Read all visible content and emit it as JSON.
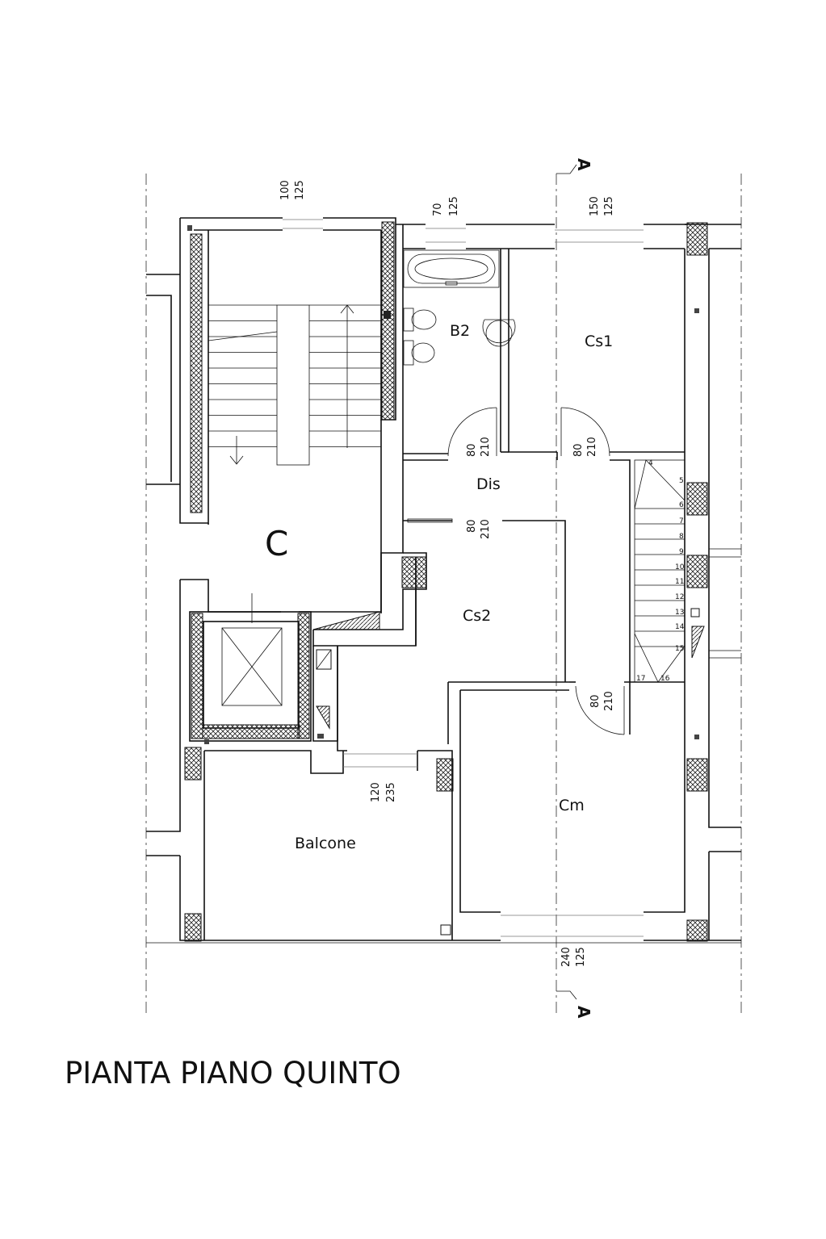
{
  "title": "PIANTA PIANO QUINTO",
  "section_marker": "A",
  "rooms": {
    "C": "C",
    "B2": "B2",
    "Cs1": "Cs1",
    "Dis": "Dis",
    "Cs2": "Cs2",
    "Cm": "Cm",
    "Balcone": "Balcone"
  },
  "openings": {
    "win_stair": [
      "100",
      "125"
    ],
    "win_b2": [
      "70",
      "125"
    ],
    "win_cs1": [
      "150",
      "125"
    ],
    "door_b2": [
      "80",
      "210"
    ],
    "door_cs1": [
      "80",
      "210"
    ],
    "door_cs2": [
      "80",
      "210"
    ],
    "door_cm": [
      "80",
      "210"
    ],
    "balcony_door": [
      "120",
      "235"
    ],
    "win_cm": [
      "240",
      "125"
    ]
  },
  "stair_steps": [
    "4",
    "5",
    "6",
    "7",
    "8",
    "9",
    "10",
    "11",
    "12",
    "13",
    "14",
    "15",
    "16",
    "17"
  ]
}
